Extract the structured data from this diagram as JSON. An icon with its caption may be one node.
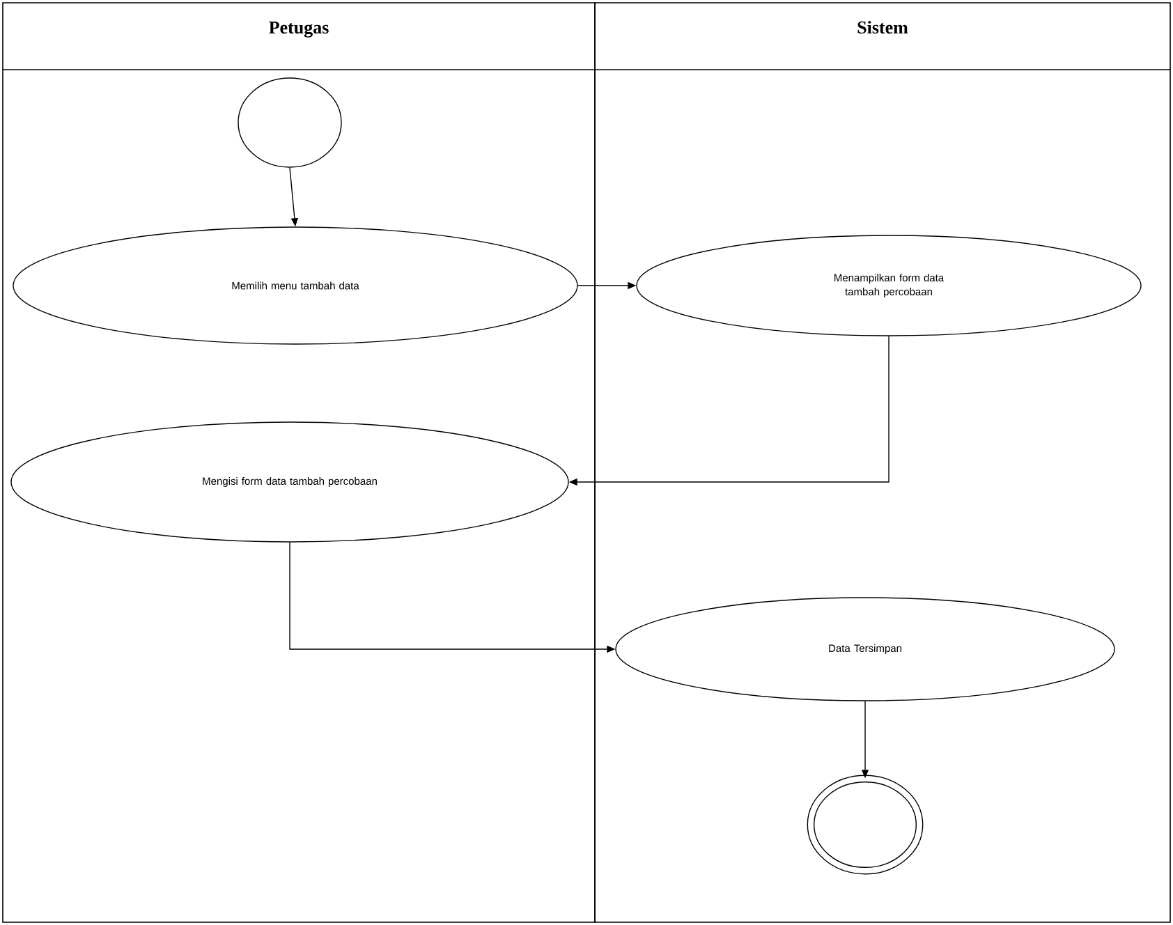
{
  "diagram": {
    "nodes": [
      {
        "text": [
          "Petugas"
        ]
      },
      {
        "text": [
          "Sistem"
        ]
      },
      {
        "text": [],
        "shape": "circle",
        "in": 0
      },
      {
        "text": [
          "Memilih menu tambah data"
        ],
        "in": 0
      },
      {
        "text": [
          "Menampilkan form data tambah percobaan"
        ],
        "in": 1
      },
      {
        "text": [
          "Mengisi form data tambah percobaan"
        ],
        "in": 0
      },
      {
        "text": [
          "Data Tersimpan"
        ],
        "in": 1
      },
      {
        "text": [],
        "shape": "circle",
        "in": 1
      }
    ],
    "edges": [
      {
        "from": 2,
        "to": 3,
        "arrow": "to"
      },
      {
        "from": 3,
        "to": 4,
        "arrow": "to"
      },
      {
        "from": 4,
        "to": 5,
        "arrow": "to"
      },
      {
        "from": 5,
        "to": 6,
        "arrow": "to"
      },
      {
        "from": 6,
        "to": 7,
        "arrow": "to"
      }
    ]
  }
}
